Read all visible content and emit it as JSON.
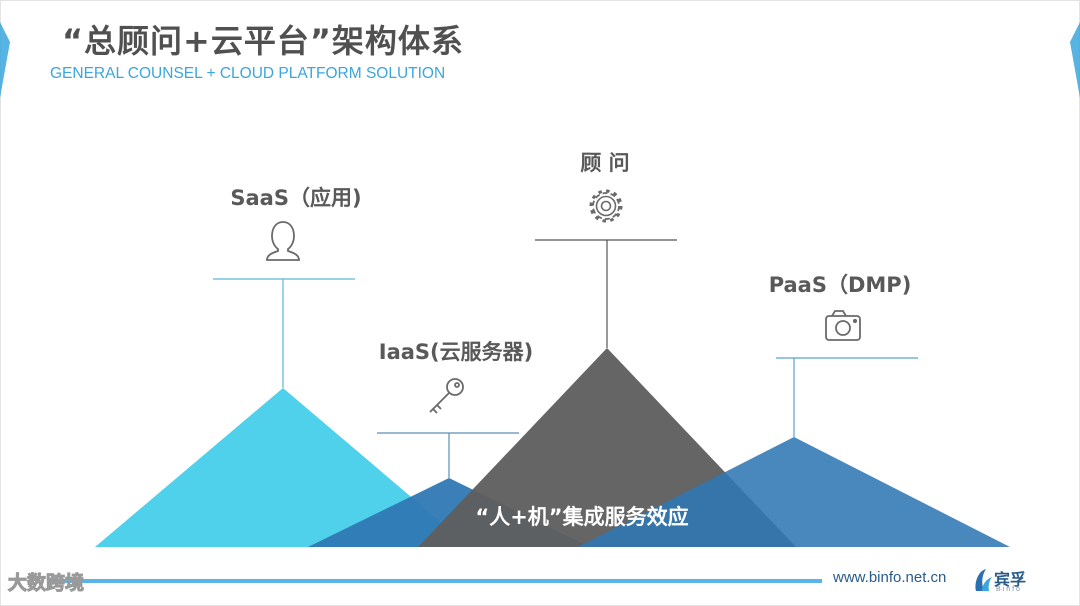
{
  "header": {
    "title": "“总顾问+云平台”架构体系",
    "subtitle": "GENERAL COUNSEL + CLOUD PLATFORM SOLUTION"
  },
  "diagram": {
    "nodes": [
      {
        "label": "SaaS（应用)",
        "icon": "user-icon",
        "color": "#4fd1ec"
      },
      {
        "label": "IaaS(云服务器)",
        "icon": "key-icon",
        "color": "#2f78b4"
      },
      {
        "label": "顾 问",
        "icon": "gear-icon",
        "color": "#5f5f5f"
      },
      {
        "label": "PaaS（DMP)",
        "icon": "camera-icon",
        "color": "#3c7fbc"
      }
    ],
    "center_label": "“人+机”集成服务效应"
  },
  "footer": {
    "url": "www.binfo.net.cn",
    "brand": "宾孚",
    "brand_sub": "Binfo",
    "watermark": "大数跨境"
  },
  "colors": {
    "accent": "#3aa6dc",
    "footer_line": "#5ab4ea",
    "side_marker": "#3aa6dc"
  }
}
